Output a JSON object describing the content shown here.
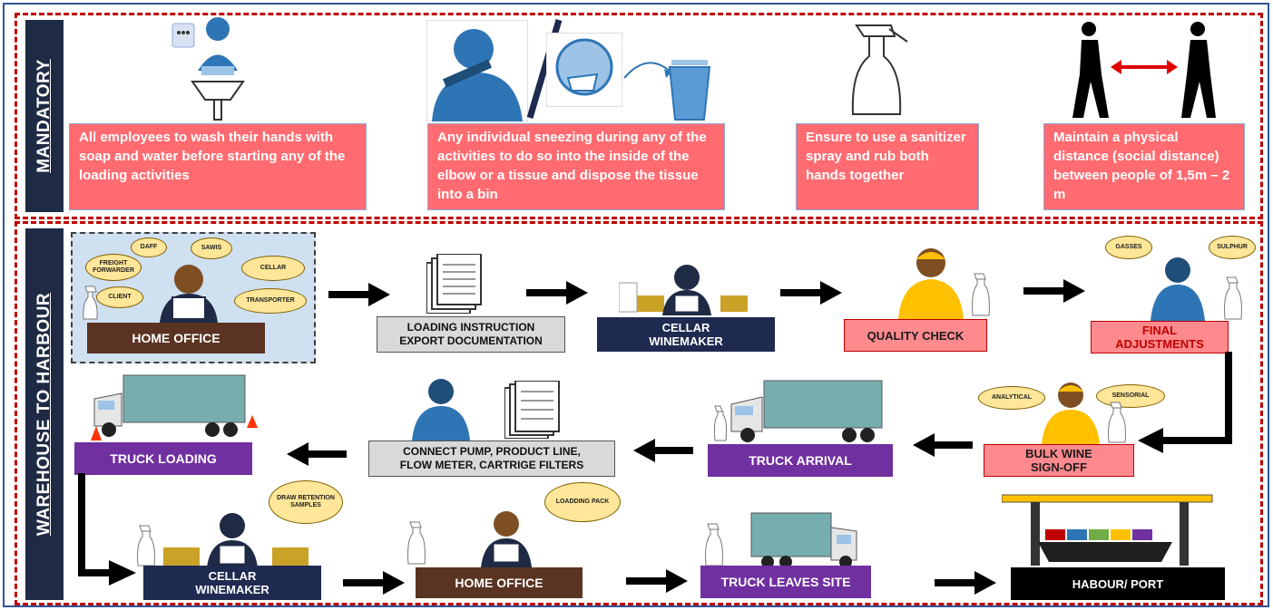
{
  "sections": {
    "mandatory": "MANDATORY",
    "warehouse": "WAREHOUSE TO HARBOUR"
  },
  "mandatory_notes": [
    "All employees to wash their hands with soap and water before starting any of the loading activities",
    "Any individual sneezing during any of the activities to do so into the inside of the elbow or a tissue and dispose the tissue into a bin",
    "Ensure to use a sanitizer spray and rub  both hands together",
    "Maintain a physical distance (social distance) between people of 1,5m – 2 m"
  ],
  "steps": {
    "home_office_1": "HOME OFFICE",
    "loading_instruction": "LOADING INSTRUCTION\nEXPORT DOCUMENTATION",
    "cellar_winemaker_1": "CELLAR\nWINEMAKER",
    "quality_check": "QUALITY CHECK",
    "final_adjustments": "FINAL\nADJUSTMENTS",
    "truck_loading": "TRUCK  LOADING",
    "connect_pump": "CONNECT PUMP, PRODUCT LINE,\nFLOW METER, CARTRIGE FILTERS",
    "truck_arrival": "TRUCK ARRIVAL",
    "bulk_wine_signoff": "BULK WINE\nSIGN-OFF",
    "cellar_winemaker_2": "CELLAR\nWINEMAKER",
    "home_office_2": "HOME OFFICE",
    "truck_leaves": "TRUCK LEAVES SITE",
    "harbour": "HABOUR/ PORT"
  },
  "bubbles": {
    "daff": "DAFF",
    "sawis": "SAWIS",
    "freight": "FREIGHT FORWARDER",
    "cellar": "CELLAR",
    "client": "CLIENT",
    "transporter": "TRANSPORTER",
    "gasses": "GASSES",
    "sulphur": "SULPHUR",
    "analytical": "ANALYTICAL",
    "sensorial": "SENSORIAL",
    "retention": "DRAW RETENTION SAMPLES",
    "loadding_pack": "LOADDING PACK"
  },
  "colors": {
    "band": "#1f2a44",
    "note": "#ff6b70",
    "dashed_border": "#c00000",
    "person_blue": "#2e75b6",
    "person_yellow": "#ffc000",
    "purple": "#7030a0",
    "brown": "#5a3322"
  }
}
